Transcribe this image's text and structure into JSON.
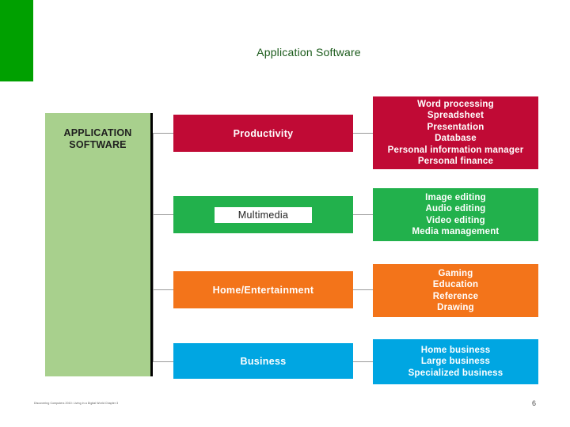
{
  "slide": {
    "title": "Application Software",
    "title_color": "#1a5a1a",
    "root_box": {
      "line1": "APPLICATION",
      "line2": "SOFTWARE",
      "color": "#a8d08d"
    },
    "rows": [
      {
        "category": "Productivity",
        "category_color": "#c00a35",
        "detail_color": "#c00a35",
        "details": [
          "Word processing",
          "Spreadsheet",
          "Presentation",
          "Database",
          "Personal information manager",
          "Personal finance"
        ]
      },
      {
        "category": "Multimedia",
        "category_color": "#22b14c",
        "detail_color": "#22b14c",
        "details": [
          "Image editing",
          "Audio editing",
          "Video editing",
          "Media management"
        ]
      },
      {
        "category": "Home/Entertainment",
        "category_color": "#f3741a",
        "detail_color": "#f3741a",
        "details": [
          "Gaming",
          "Education",
          "Reference",
          "Drawing"
        ]
      },
      {
        "category": "Business",
        "category_color": "#00a6e2",
        "detail_color": "#00a6e2",
        "details": [
          "Home business",
          "Large business",
          "Specialized business"
        ]
      }
    ],
    "footer": {
      "left_note": "Discovering Computers 2010: Living in a Digital World Chapter 3",
      "page_number": "6"
    }
  }
}
